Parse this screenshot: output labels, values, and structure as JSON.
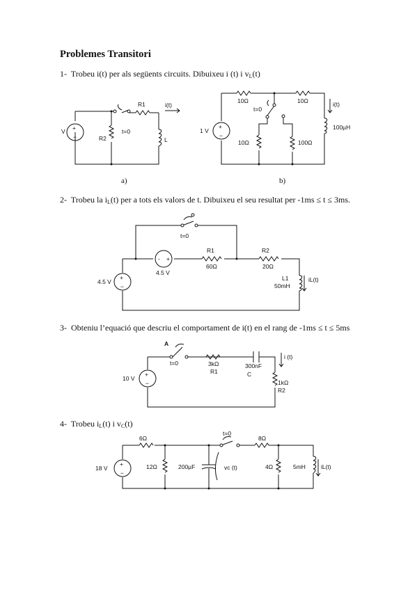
{
  "title": "Problemes Transitori",
  "problems": [
    {
      "number": "1-",
      "pre": "Trobeu i(t) per als següents circuits. Dibuixeu i (t) i v",
      "sub": "L",
      "post": "(t)"
    },
    {
      "number": "2-",
      "pre": "Trobeu la i",
      "sub": "L",
      "post": "(t) per a tots els valors de t. Dibuixeu el seu resultat per -1ms ≤ t ≤ 3ms."
    },
    {
      "number": "3-",
      "text": "Obteniu l’equació que descriu el comportament de i(t) en el rang de -1ms ≤ t ≤ 5ms"
    },
    {
      "number": "4-",
      "pre": "Trobeu i",
      "sub": "L",
      "post": "(t) i v",
      "sub2": "C",
      "post2": "(t)"
    }
  ],
  "circuit1a": {
    "source": "V",
    "r1": "R1",
    "r2": "R2",
    "inductor": "L",
    "switch": "t=0",
    "current": "i(t)",
    "caption": "a)"
  },
  "circuit1b": {
    "source": "1 V",
    "r_left": "10Ω",
    "r_right": "10Ω",
    "r_mid1": "10Ω",
    "r_mid2": "100Ω",
    "inductor": "100µH",
    "switch": "t=0",
    "current": "i(t)",
    "caption": "b)"
  },
  "circuit2": {
    "source": "4.5 V",
    "source2": "4.5 V",
    "r1_name": "R1",
    "r1": "60Ω",
    "r2_name": "R2",
    "r2": "20Ω",
    "l_name": "L1",
    "l": "50mH",
    "switch": "t=0",
    "current": "iL(t)",
    "plus": "+",
    "minus": "-"
  },
  "circuit3": {
    "source": "10 V",
    "switch_pos": "A",
    "switch": "t=0",
    "r1": "3kΩ",
    "r1_name": "R1",
    "cap": "300nF",
    "cap_name": "C",
    "r2": "1kΩ",
    "r2_name": "R2",
    "current": "i (t)"
  },
  "circuit4": {
    "source": "18 V",
    "r6": "6Ω",
    "r12": "12Ω",
    "cap": "200µF",
    "vc": "vc (t)",
    "switch": "t=0",
    "r8": "8Ω",
    "r4": "4Ω",
    "l": "5mH",
    "current": "iL(t)"
  }
}
